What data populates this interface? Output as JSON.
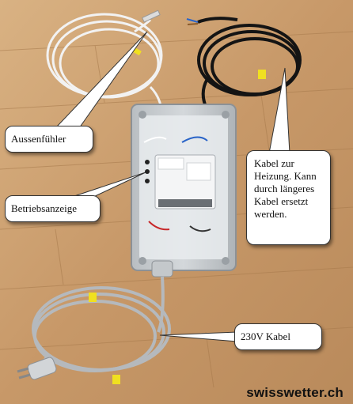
{
  "callouts": {
    "aussenfuehler": "Aussenfühler",
    "betriebsanzeige": "Betriebsanzeige",
    "kabel_heizung": "Kabel zur Heizung. Kann durch längeres Kabel ersetzt werden.",
    "kabel_230v": "230V Kabel"
  },
  "watermark": "swisswetter.ch",
  "colors": {
    "floor": "#c89a6a",
    "enclosure": "#c9cdd0",
    "white_cable": "#f2f2f2",
    "black_cable": "#141414",
    "grey_cable": "#b5b9bd",
    "cable_tie": "#f0e020"
  }
}
